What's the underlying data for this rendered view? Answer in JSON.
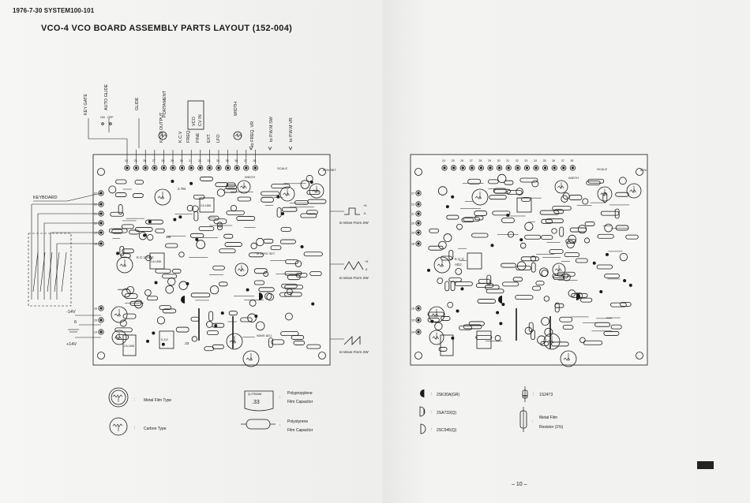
{
  "header": {
    "date_line": "1976-7-30 SYSTEM100-101",
    "title": "VCO-4 VCO BOARD ASSEMBLY PARTS LAYOUT (152-004)"
  },
  "page_number": "– 10 –",
  "top_labels": [
    "KEY GATE",
    "AUTO GLIDE",
    "GLIDE",
    "K.C.V OUTPUT",
    "PORTAMENT",
    "K.C.V",
    "FREQ.",
    "FINE",
    "EXT.",
    "LFO",
    "VCO CV IN",
    "WIDTH",
    "to FREQ. VR",
    "to P.W.M SW",
    "to P.W.M VR"
  ],
  "switch_labels": {
    "on": "ON",
    "off": "OFF"
  },
  "keyboard_label": "KEYBOARD",
  "supply_labels": [
    "-14V",
    "6",
    "+14V"
  ],
  "terminal_numbers_top": [
    "24",
    "25",
    "26",
    "27",
    "28",
    "29",
    "30",
    "31",
    "32",
    "33",
    "34",
    "35",
    "36",
    "37",
    "38"
  ],
  "terminal_numbers_left": [
    "27",
    "22",
    "21",
    "20",
    "19",
    "18",
    "16",
    "15",
    "14"
  ],
  "waveform_labels": [
    "to Wave Form SW",
    "to Wave Form SW",
    "to Wave Form SW"
  ],
  "wave_levels": [
    "+5",
    "-5"
  ],
  "board_labels": {
    "scale": "SCALE",
    "fifty_set": "50% SET",
    "width": "WIDTH",
    "kcv_adj": "K.C.V ADJ.",
    "m_zero_set": "M ZERO SET",
    "wave_adj": "WAVE ADJ.",
    "ic_left": "CA 1458",
    "ic_mid": "CA 1458",
    "ic_low": "CA 1458",
    "ic_dual": "E-312",
    "ic_small": "CA 3046",
    "cap_33": ".33",
    "cap_1m": "1M",
    "cap_27": "2.7M"
  },
  "legend": [
    {
      "symbol": "metal-film-pot",
      "label": "Metal Film Type"
    },
    {
      "symbol": "carbon-pot",
      "label": "Carbon Type"
    },
    {
      "symbol": "polypropylene-cap",
      "label": "Polypropylene Film Capacitor",
      "marking": "Q-F39AM .33"
    },
    {
      "symbol": "polystyrene-cap",
      "label": "Polystyrene Film Capacitor"
    },
    {
      "symbol": "transistor-filled",
      "label": "2SK30A(GR)"
    },
    {
      "symbol": "transistor-2sa",
      "label": "2SA733(Q)"
    },
    {
      "symbol": "transistor-2sc",
      "label": "2SC945(Q)"
    },
    {
      "symbol": "diode",
      "label": "1S2473"
    },
    {
      "symbol": "metal-film-resistor",
      "label": "Metal Film Resistor (1%)"
    }
  ],
  "colors": {
    "ink": "#1a1a1a",
    "paper": "#f1f1ef",
    "board": "#f7f7f5"
  }
}
